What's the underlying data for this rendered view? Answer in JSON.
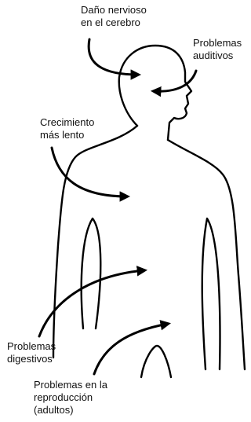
{
  "labels": {
    "brain": "Daño nervioso\nen el cerebro",
    "hearing": "Problemas\nauditivos",
    "growth": "Crecimiento\nmás lento",
    "digestive": "Problemas\ndigestivos",
    "reproduction": "Problemas en la\nreproducción\n(adultos)"
  }
}
